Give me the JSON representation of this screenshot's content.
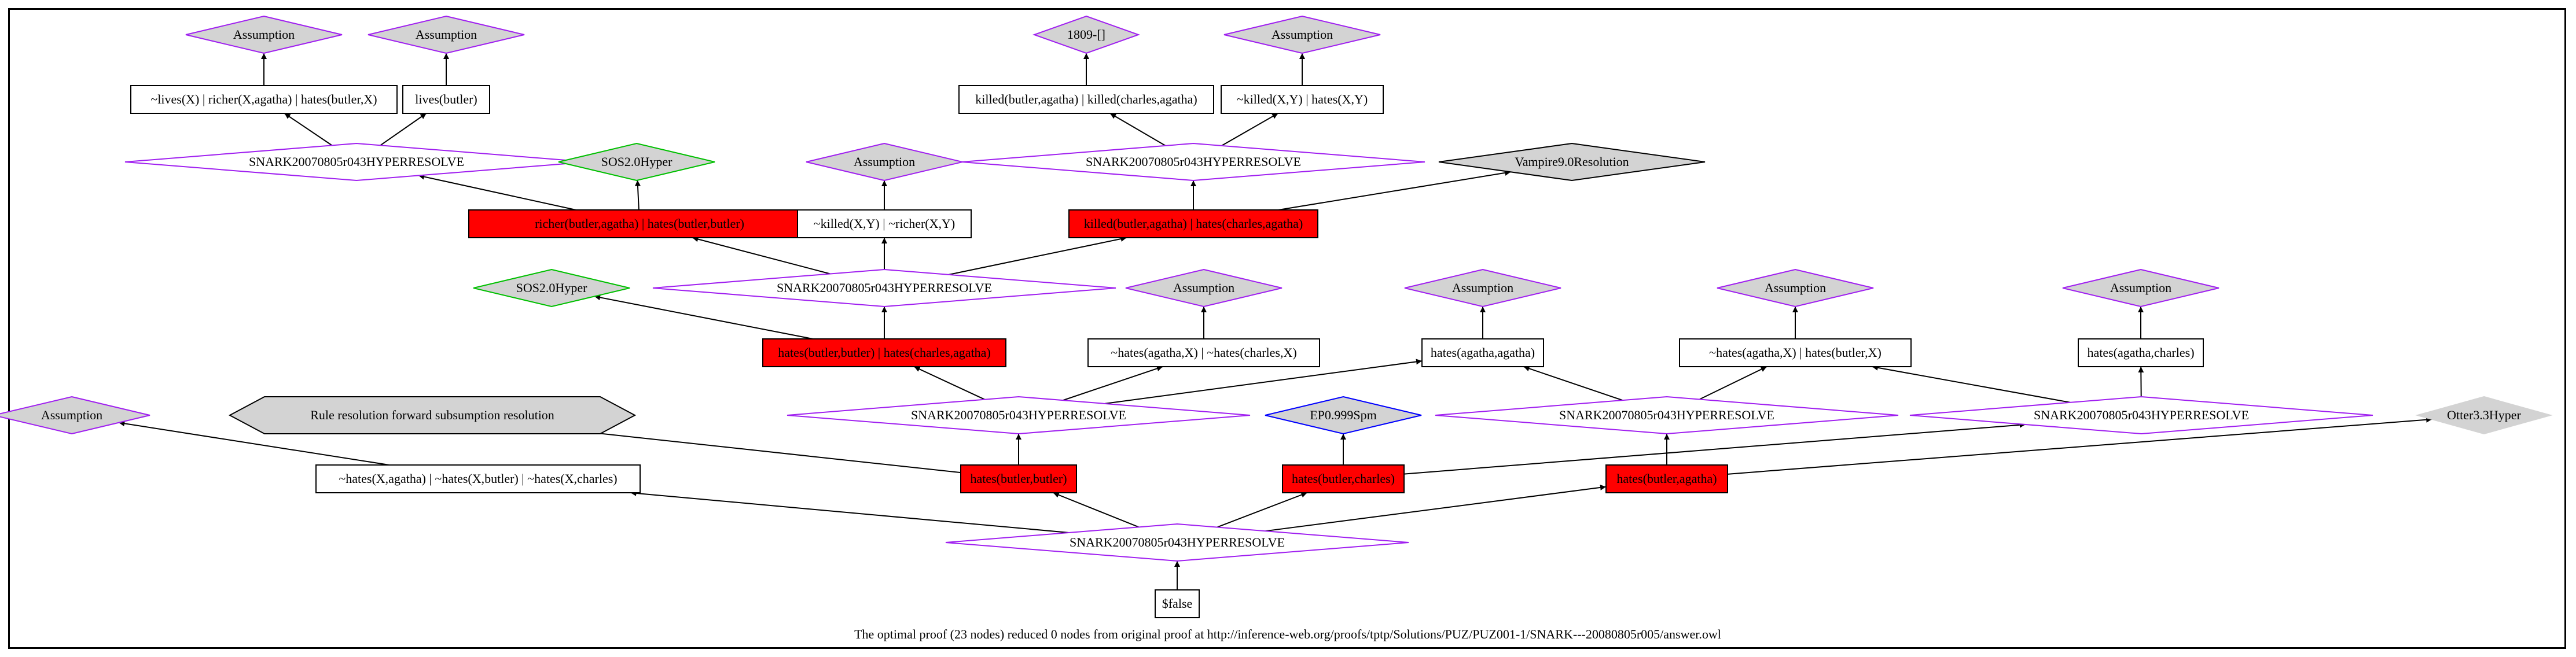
{
  "caption": "The optimal proof (23 nodes) reduced 0 nodes from original proof at http://inference-web.org/proofs/tptp/Solutions/PUZ/PUZ001-1/SNARK---20080805r005/answer.owl",
  "colors": {
    "assumption_fill": "#d3d3d3",
    "assumption_stroke": "#a020f0",
    "hyper_stroke": "#a020f0",
    "sos_stroke": "#00c000",
    "ep_stroke": "#0000ff",
    "red_fill": "#ff0000",
    "grey_fill": "#d3d3d3"
  },
  "nodes": [
    {
      "id": "a1",
      "label": "Assumption",
      "kind": "assumption"
    },
    {
      "id": "a2",
      "label": "Assumption",
      "kind": "assumption"
    },
    {
      "id": "t1809",
      "label": "1809-[]",
      "kind": "assumption"
    },
    {
      "id": "a3",
      "label": "Assumption",
      "kind": "assumption"
    },
    {
      "id": "c_lives",
      "label": "~lives(X)  | richer(X,agatha)  | hates(butler,X)",
      "kind": "box"
    },
    {
      "id": "c_livesb",
      "label": "lives(butler)",
      "kind": "box"
    },
    {
      "id": "c_killed1",
      "label": "killed(butler,agatha)  | killed(charles,agatha)",
      "kind": "box"
    },
    {
      "id": "c_killed2",
      "label": "~killed(X,Y)  | hates(X,Y)",
      "kind": "box"
    },
    {
      "id": "h1",
      "label": "SNARK20070805r043HYPERRESOLVE",
      "kind": "hyper"
    },
    {
      "id": "sos1",
      "label": "SOS2.0Hyper",
      "kind": "sos"
    },
    {
      "id": "a4",
      "label": "Assumption",
      "kind": "assumption"
    },
    {
      "id": "h2",
      "label": "SNARK20070805r043HYPERRESOLVE",
      "kind": "hyper"
    },
    {
      "id": "vamp",
      "label": "Vampire9.0Resolution",
      "kind": "greydiamond"
    },
    {
      "id": "r1",
      "label": "richer(butler,agatha)  | hates(butler,butler)",
      "kind": "red"
    },
    {
      "id": "c_killed3",
      "label": "~killed(X,Y)  | ~richer(X,Y)",
      "kind": "box"
    },
    {
      "id": "r2",
      "label": "killed(butler,agatha)  | hates(charles,agatha)",
      "kind": "red"
    },
    {
      "id": "sos2",
      "label": "SOS2.0Hyper",
      "kind": "sos"
    },
    {
      "id": "h3",
      "label": "SNARK20070805r043HYPERRESOLVE",
      "kind": "hyper"
    },
    {
      "id": "a5",
      "label": "Assumption",
      "kind": "assumption"
    },
    {
      "id": "a6",
      "label": "Assumption",
      "kind": "assumption"
    },
    {
      "id": "a7",
      "label": "Assumption",
      "kind": "assumption"
    },
    {
      "id": "a8",
      "label": "Assumption",
      "kind": "assumption"
    },
    {
      "id": "r3",
      "label": "hates(butler,butler)  | hates(charles,agatha)",
      "kind": "red"
    },
    {
      "id": "c_hates1",
      "label": "~hates(agatha,X)  | ~hates(charles,X)",
      "kind": "box"
    },
    {
      "id": "c_haa",
      "label": "hates(agatha,agatha)",
      "kind": "box"
    },
    {
      "id": "c_hates2",
      "label": "~hates(agatha,X)  | hates(butler,X)",
      "kind": "box"
    },
    {
      "id": "c_hac",
      "label": "hates(agatha,charles)",
      "kind": "box"
    },
    {
      "id": "a9",
      "label": "Assumption",
      "kind": "assumption"
    },
    {
      "id": "rule",
      "label": "Rule  resolution    forward  subsumption  resolution",
      "kind": "greyhex"
    },
    {
      "id": "h4",
      "label": "SNARK20070805r043HYPERRESOLVE",
      "kind": "hyper"
    },
    {
      "id": "ep",
      "label": "EP0.999Spm",
      "kind": "ep"
    },
    {
      "id": "h5",
      "label": "SNARK20070805r043HYPERRESOLVE",
      "kind": "hyper"
    },
    {
      "id": "h6",
      "label": "SNARK20070805r043HYPERRESOLVE",
      "kind": "hyper"
    },
    {
      "id": "otter",
      "label": "Otter3.3Hyper",
      "kind": "greydiamond_nostroke"
    },
    {
      "id": "c_hates3",
      "label": "~hates(X,agatha)  | ~hates(X,butler)  | ~hates(X,charles)",
      "kind": "box"
    },
    {
      "id": "r4",
      "label": "hates(butler,butler)",
      "kind": "red"
    },
    {
      "id": "r5",
      "label": "hates(butler,charles)",
      "kind": "red"
    },
    {
      "id": "r6",
      "label": "hates(butler,agatha)",
      "kind": "red"
    },
    {
      "id": "h7",
      "label": "SNARK20070805r043HYPERRESOLVE",
      "kind": "hyper"
    },
    {
      "id": "false",
      "label": "$false",
      "kind": "box"
    }
  ],
  "edges": [
    [
      "c_lives",
      "a1"
    ],
    [
      "c_livesb",
      "a2"
    ],
    [
      "c_killed1",
      "t1809"
    ],
    [
      "c_killed2",
      "a3"
    ],
    [
      "h1",
      "c_lives"
    ],
    [
      "h1",
      "c_livesb"
    ],
    [
      "h2",
      "c_killed1"
    ],
    [
      "h2",
      "c_killed2"
    ],
    [
      "r1",
      "h1"
    ],
    [
      "r1",
      "sos1"
    ],
    [
      "c_killed3",
      "a4"
    ],
    [
      "r2",
      "h2"
    ],
    [
      "r2",
      "vamp"
    ],
    [
      "h3",
      "r1"
    ],
    [
      "h3",
      "c_killed3"
    ],
    [
      "h3",
      "r2"
    ],
    [
      "r3",
      "sos2"
    ],
    [
      "r3",
      "h3"
    ],
    [
      "c_hates1",
      "a5"
    ],
    [
      "c_haa",
      "a6"
    ],
    [
      "c_hates2",
      "a7"
    ],
    [
      "c_hac",
      "a8"
    ],
    [
      "h4",
      "r3"
    ],
    [
      "h4",
      "c_hates1"
    ],
    [
      "h4",
      "c_haa"
    ],
    [
      "h5",
      "c_haa"
    ],
    [
      "h5",
      "c_hates2"
    ],
    [
      "h6",
      "c_hates2"
    ],
    [
      "h6",
      "c_hac"
    ],
    [
      "c_hates3",
      "a9"
    ],
    [
      "r4",
      "rule"
    ],
    [
      "r4",
      "h4"
    ],
    [
      "r5",
      "ep"
    ],
    [
      "r5",
      "h6"
    ],
    [
      "r6",
      "h5"
    ],
    [
      "r6",
      "otter"
    ],
    [
      "h7",
      "c_hates3"
    ],
    [
      "h7",
      "r4"
    ],
    [
      "h7",
      "r5"
    ],
    [
      "h7",
      "r6"
    ],
    [
      "false",
      "h7"
    ]
  ]
}
